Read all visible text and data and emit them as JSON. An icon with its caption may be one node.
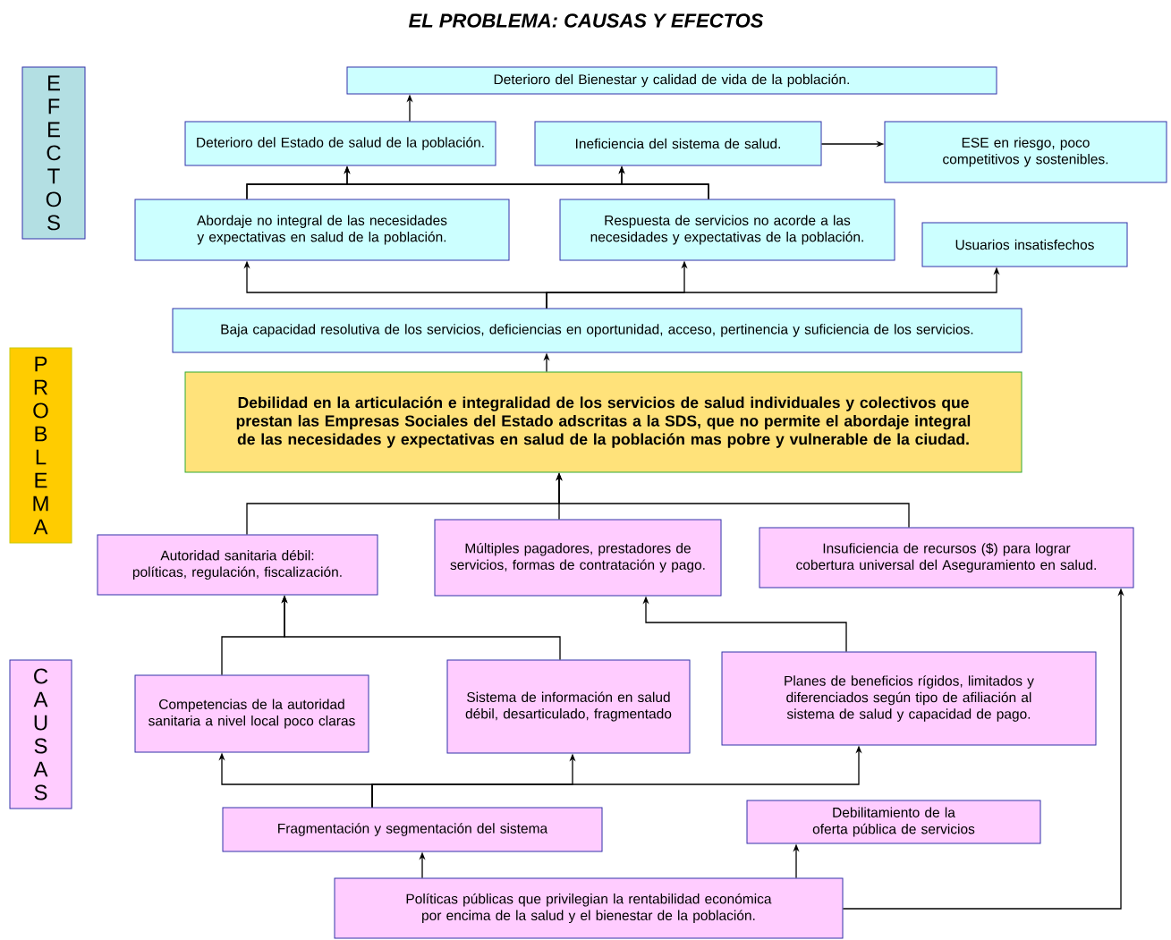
{
  "diagram": {
    "title": "EL PROBLEMA: CAUSAS Y EFECTOS",
    "nodes": [
      {
        "text": [
          "E F E C T O S"
        ]
      },
      {
        "text": [
          "P R O B L E M A"
        ]
      },
      {
        "text": [
          "C A U S A S"
        ]
      },
      {
        "text": [
          "Deterioro del Bienestar y calidad de vida de la población."
        ]
      },
      {
        "text": [
          "Deterioro del Estado de salud de la población."
        ]
      },
      {
        "text": [
          "Ineficiencia del sistema de salud."
        ]
      },
      {
        "text": [
          "ESE  en riesgo, poco competitivos y sostenibles."
        ]
      },
      {
        "text": [
          "Abordaje no integral de las necesidades y expectativas en salud de la población."
        ]
      },
      {
        "text": [
          "Respuesta de servicios no acorde a las necesidades y expectativas de la población."
        ]
      },
      {
        "text": [
          "Usuarios insatisfechos"
        ]
      },
      {
        "text": [
          "Baja capacidad resolutiva de los servicios, deficiencias  en oportunidad, acceso, pertinencia y suficiencia de los servicios."
        ]
      },
      {
        "text": [
          "Debilidad en la articulación e integralidad de los servicios de salud individuales y colectivos que prestan  las Empresas Sociales del Estado adscritas a la SDS,  que no permite el abordaje integral de las necesidades y expectativas en salud de la población mas pobre y vulnerable de la ciudad."
        ]
      },
      {
        "text": [
          "Autoridad sanitaria débil: políticas, regulación, fiscalización."
        ]
      },
      {
        "text": [
          "Múltiples pagadores, prestadores de servicios, formas de contratación y pago."
        ]
      },
      {
        "text": [
          "Insuficiencia de recursos ($) para lograr cobertura universal del Aseguramiento en salud."
        ]
      },
      {
        "text": [
          "Competencias de la autoridad sanitaria a nivel local poco claras"
        ]
      },
      {
        "text": [
          "Sistema de información en salud débil, desarticulado, fragmentado"
        ]
      },
      {
        "text": [
          "Planes de beneficios rígidos, limitados y diferenciados según tipo de afiliación al sistema de salud y capacidad de pago."
        ]
      },
      {
        "text": [
          "Fragmentación y segmentación del sistema"
        ]
      },
      {
        "text": [
          "Debilitamiento de la oferta pública de servicios"
        ]
      },
      {
        "text": [
          "Políticas públicas que privilegian la rentabilidad económica por encima de la salud y el  bienestar de la población."
        ]
      }
    ],
    "edges": [
      {
        "from": 4,
        "to": 3,
        "arrow": "to"
      },
      {
        "from": 5,
        "to": 6,
        "arrow": "to"
      },
      {
        "from": 7,
        "to": 4,
        "arrow": "to"
      },
      {
        "from": 7,
        "to": 5,
        "arrow": "to"
      },
      {
        "from": 8,
        "to": 4,
        "arrow": "to"
      },
      {
        "from": 8,
        "to": 5,
        "arrow": "to"
      },
      {
        "from": 10,
        "to": 7,
        "arrow": "to"
      },
      {
        "from": 10,
        "to": 8,
        "arrow": "to"
      },
      {
        "from": 10,
        "to": 9,
        "arrow": "to"
      },
      {
        "from": 11,
        "to": 10,
        "arrow": "to"
      },
      {
        "from": 12,
        "to": 11,
        "arrow": "to"
      },
      {
        "from": 13,
        "to": 11,
        "arrow": "to"
      },
      {
        "from": 14,
        "to": 11,
        "arrow": "to"
      },
      {
        "from": 15,
        "to": 12,
        "arrow": "to"
      },
      {
        "from": 16,
        "to": 12,
        "arrow": "to"
      },
      {
        "from": 17,
        "to": 13,
        "arrow": "to"
      },
      {
        "from": 18,
        "to": 15,
        "arrow": "to"
      },
      {
        "from": 18,
        "to": 16,
        "arrow": "to"
      },
      {
        "from": 18,
        "to": 17,
        "arrow": "to"
      },
      {
        "from": 20,
        "to": 18,
        "arrow": "to"
      },
      {
        "from": 20,
        "to": 19,
        "arrow": "to"
      },
      {
        "from": 20,
        "to": 14,
        "arrow": "to"
      }
    ]
  }
}
